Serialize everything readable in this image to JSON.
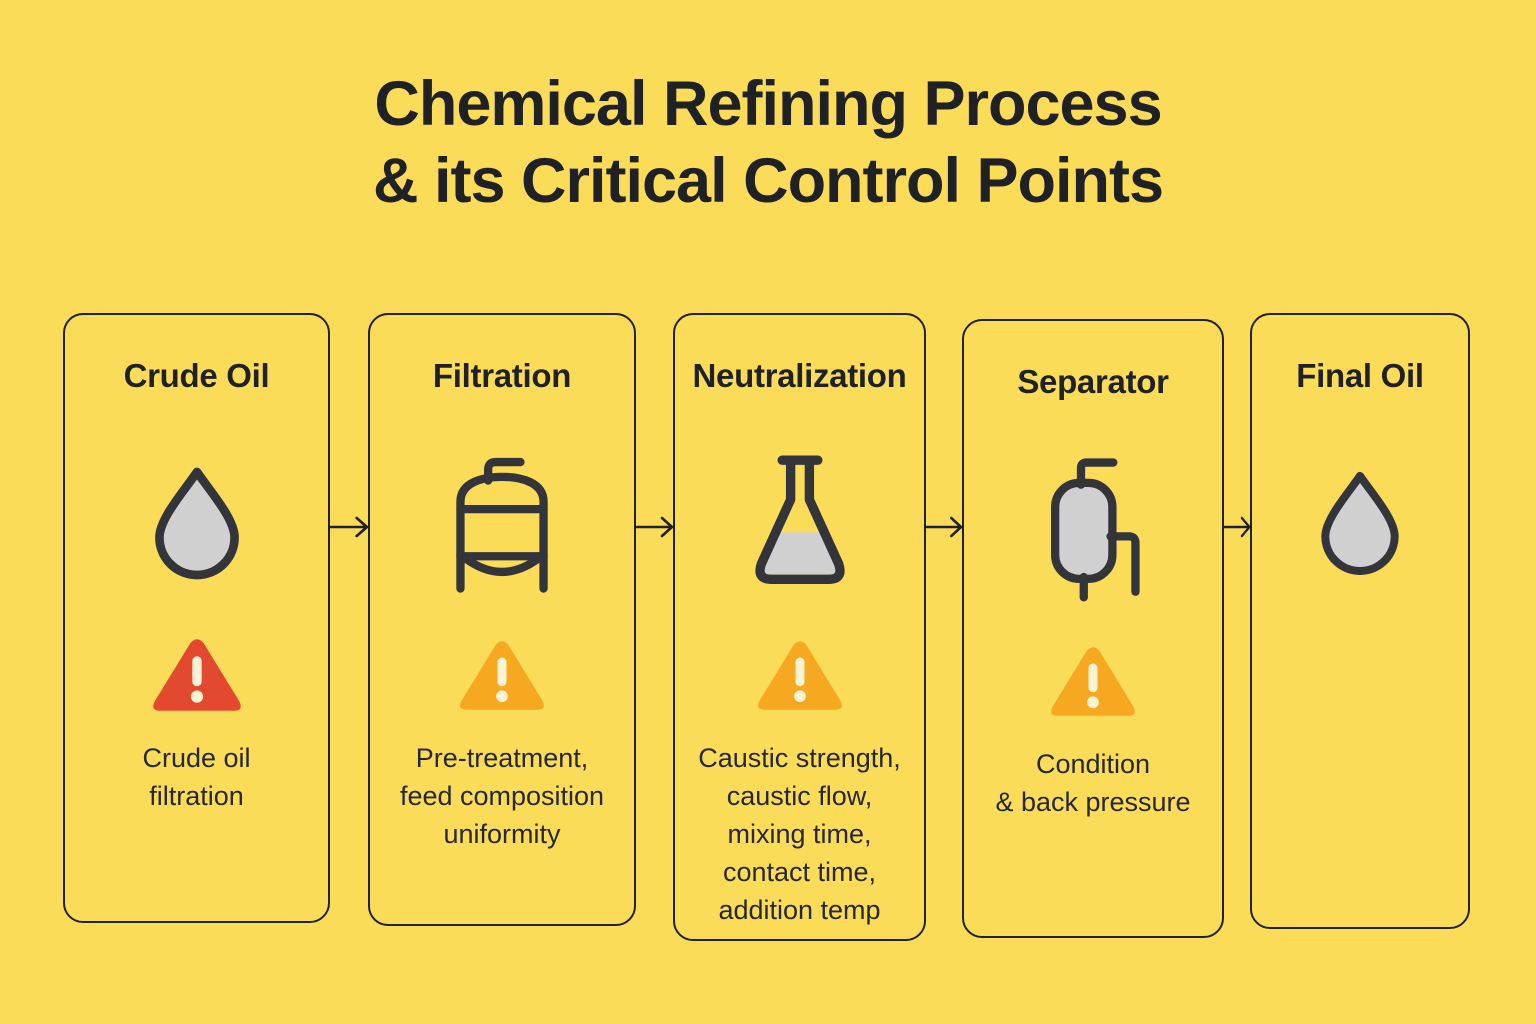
{
  "page_title": {
    "line1": "Chemical Refining Process",
    "line2": "& its Critical Control Points"
  },
  "colors": {
    "background": "#FBDC58",
    "card_border": "#1F2124",
    "heading_text": "#1F2124",
    "body_text": "#26282B",
    "icon_stroke": "#33353B",
    "icon_fill": "#D0D0D0",
    "warning_high": "#E2492F",
    "warning_medium": "#F6A820",
    "warning_mark": "#FBF3D3",
    "arrow": "#1F2124"
  },
  "steps": [
    {
      "name": "Crude Oil",
      "icon": "oil-drop-icon",
      "warning_icon": "warning-triangle-icon",
      "warning_severity": "high",
      "control_points": "Crude oil\nfiltration"
    },
    {
      "name": "Filtration",
      "icon": "filter-tank-icon",
      "warning_icon": "warning-triangle-icon",
      "warning_severity": "medium",
      "control_points": "Pre-treatment,\nfeed composition\nuniformity"
    },
    {
      "name": "Neutralization",
      "icon": "erlenmeyer-flask-icon",
      "warning_icon": "warning-triangle-icon",
      "warning_severity": "medium",
      "control_points": "Caustic strength,\ncaustic flow,\nmixing time,\ncontact time,\naddition temp"
    },
    {
      "name": "Separator",
      "icon": "separator-vessel-icon",
      "warning_icon": "warning-triangle-icon",
      "warning_severity": "medium",
      "control_points": "Condition\n& back pressure"
    },
    {
      "name": "Final Oil",
      "icon": "oil-drop-icon"
    }
  ],
  "connector_icon": "arrow-right-icon"
}
